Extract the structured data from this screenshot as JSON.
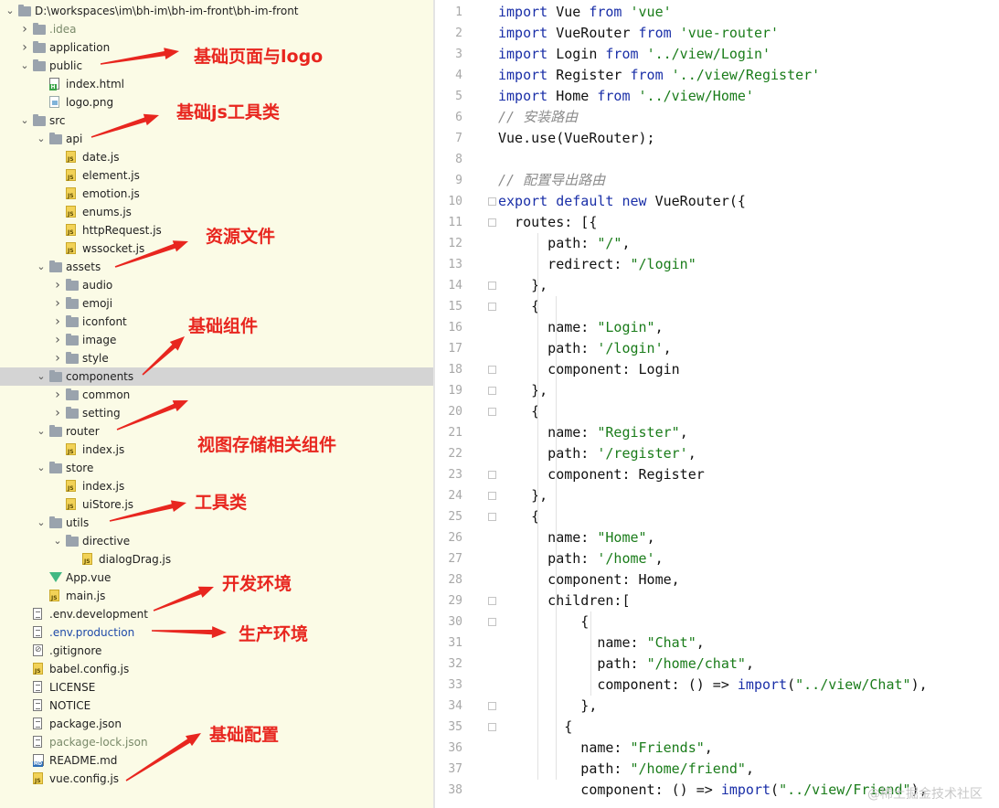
{
  "project_tree": {
    "root_path": "D:\\workspaces\\im\\bh-im\\bh-im-front\\bh-im-front",
    "items": [
      {
        "label": ".idea",
        "depth": 1,
        "kind": "folder",
        "chevron": ">",
        "style": "ign"
      },
      {
        "label": "application",
        "depth": 1,
        "kind": "folder",
        "chevron": ">"
      },
      {
        "label": "public",
        "depth": 1,
        "kind": "folder",
        "chevron": "v"
      },
      {
        "label": "index.html",
        "depth": 2,
        "kind": "html"
      },
      {
        "label": "logo.png",
        "depth": 2,
        "kind": "png"
      },
      {
        "label": "src",
        "depth": 1,
        "kind": "folder",
        "chevron": "v"
      },
      {
        "label": "api",
        "depth": 2,
        "kind": "folder",
        "chevron": "v"
      },
      {
        "label": "date.js",
        "depth": 3,
        "kind": "js"
      },
      {
        "label": "element.js",
        "depth": 3,
        "kind": "js"
      },
      {
        "label": "emotion.js",
        "depth": 3,
        "kind": "js"
      },
      {
        "label": "enums.js",
        "depth": 3,
        "kind": "js"
      },
      {
        "label": "httpRequest.js",
        "depth": 3,
        "kind": "js"
      },
      {
        "label": "wssocket.js",
        "depth": 3,
        "kind": "js"
      },
      {
        "label": "assets",
        "depth": 2,
        "kind": "folder",
        "chevron": "v"
      },
      {
        "label": "audio",
        "depth": 3,
        "kind": "folder",
        "chevron": ">"
      },
      {
        "label": "emoji",
        "depth": 3,
        "kind": "folder",
        "chevron": ">"
      },
      {
        "label": "iconfont",
        "depth": 3,
        "kind": "folder",
        "chevron": ">"
      },
      {
        "label": "image",
        "depth": 3,
        "kind": "folder",
        "chevron": ">"
      },
      {
        "label": "style",
        "depth": 3,
        "kind": "folder",
        "chevron": ">"
      },
      {
        "label": "components",
        "depth": 2,
        "kind": "folder",
        "chevron": "v",
        "selected": true
      },
      {
        "label": "common",
        "depth": 3,
        "kind": "folder",
        "chevron": ">"
      },
      {
        "label": "setting",
        "depth": 3,
        "kind": "folder",
        "chevron": ">"
      },
      {
        "label": "router",
        "depth": 2,
        "kind": "folder",
        "chevron": "v"
      },
      {
        "label": "index.js",
        "depth": 3,
        "kind": "js"
      },
      {
        "label": "store",
        "depth": 2,
        "kind": "folder",
        "chevron": "v"
      },
      {
        "label": "index.js",
        "depth": 3,
        "kind": "js"
      },
      {
        "label": "uiStore.js",
        "depth": 3,
        "kind": "js"
      },
      {
        "label": "utils",
        "depth": 2,
        "kind": "folder",
        "chevron": "v"
      },
      {
        "label": "directive",
        "depth": 3,
        "kind": "folder",
        "chevron": "v"
      },
      {
        "label": "dialogDrag.js",
        "depth": 4,
        "kind": "js"
      },
      {
        "label": "App.vue",
        "depth": 2,
        "kind": "vue"
      },
      {
        "label": "main.js",
        "depth": 2,
        "kind": "js"
      },
      {
        "label": ".env.development",
        "depth": 1,
        "kind": "txt"
      },
      {
        "label": ".env.production",
        "depth": 1,
        "kind": "txt",
        "style": "mod"
      },
      {
        "label": ".gitignore",
        "depth": 1,
        "kind": "git"
      },
      {
        "label": "babel.config.js",
        "depth": 1,
        "kind": "js"
      },
      {
        "label": "LICENSE",
        "depth": 1,
        "kind": "txt"
      },
      {
        "label": "NOTICE",
        "depth": 1,
        "kind": "txt"
      },
      {
        "label": "package.json",
        "depth": 1,
        "kind": "txt"
      },
      {
        "label": "package-lock.json",
        "depth": 1,
        "kind": "txt",
        "style": "ign"
      },
      {
        "label": "README.md",
        "depth": 1,
        "kind": "md"
      },
      {
        "label": "vue.config.js",
        "depth": 1,
        "kind": "js"
      }
    ]
  },
  "annotations": [
    {
      "text": "基础页面与logo",
      "color": "#e8261f"
    },
    {
      "text": "基础js工具类",
      "color": "#e8261f"
    },
    {
      "text": "资源文件",
      "color": "#e8261f"
    },
    {
      "text": "基础组件",
      "color": "#e8261f"
    },
    {
      "text": "视图存储相关组件",
      "color": "#e8261f"
    },
    {
      "text": "工具类",
      "color": "#e8261f"
    },
    {
      "text": "开发环境",
      "color": "#e8261f"
    },
    {
      "text": "生产环境",
      "color": "#e8261f"
    },
    {
      "text": "基础配置",
      "color": "#e8261f"
    }
  ],
  "editor": {
    "lines": [
      [
        [
          "kw",
          "import"
        ],
        [
          "pl",
          " Vue "
        ],
        [
          "kw",
          "from"
        ],
        [
          "pl",
          " "
        ],
        [
          "st",
          "'vue'"
        ]
      ],
      [
        [
          "kw",
          "import"
        ],
        [
          "pl",
          " VueRouter "
        ],
        [
          "kw",
          "from"
        ],
        [
          "pl",
          " "
        ],
        [
          "st",
          "'vue-router'"
        ]
      ],
      [
        [
          "kw",
          "import"
        ],
        [
          "pl",
          " Login "
        ],
        [
          "kw",
          "from"
        ],
        [
          "pl",
          " "
        ],
        [
          "st",
          "'../view/Login'"
        ]
      ],
      [
        [
          "kw",
          "import"
        ],
        [
          "pl",
          " Register "
        ],
        [
          "kw",
          "from"
        ],
        [
          "pl",
          " "
        ],
        [
          "st",
          "'../view/Register'"
        ]
      ],
      [
        [
          "kw",
          "import"
        ],
        [
          "pl",
          " Home "
        ],
        [
          "kw",
          "from"
        ],
        [
          "pl",
          " "
        ],
        [
          "st",
          "'../view/Home'"
        ]
      ],
      [
        [
          "cm",
          "// 安装路由"
        ]
      ],
      [
        [
          "pl",
          "Vue.use(VueRouter);"
        ]
      ],
      [],
      [
        [
          "cm",
          "// 配置导出路由"
        ]
      ],
      [
        [
          "kw",
          "export"
        ],
        [
          "pl",
          " "
        ],
        [
          "kw",
          "default"
        ],
        [
          "pl",
          " "
        ],
        [
          "kw",
          "new"
        ],
        [
          "pl",
          " VueRouter({"
        ]
      ],
      [
        [
          "pl",
          "  routes: [{"
        ]
      ],
      [
        [
          "pl",
          "      path: "
        ],
        [
          "st",
          "\"/\""
        ],
        [
          "pl",
          ","
        ]
      ],
      [
        [
          "pl",
          "      redirect: "
        ],
        [
          "st",
          "\"/login\""
        ]
      ],
      [
        [
          "pl",
          "    },"
        ]
      ],
      [
        [
          "pl",
          "    {"
        ]
      ],
      [
        [
          "pl",
          "      name: "
        ],
        [
          "st",
          "\"Login\""
        ],
        [
          "pl",
          ","
        ]
      ],
      [
        [
          "pl",
          "      path: "
        ],
        [
          "st",
          "'/login'"
        ],
        [
          "pl",
          ","
        ]
      ],
      [
        [
          "pl",
          "      component: Login"
        ]
      ],
      [
        [
          "pl",
          "    },"
        ]
      ],
      [
        [
          "pl",
          "    {"
        ]
      ],
      [
        [
          "pl",
          "      name: "
        ],
        [
          "st",
          "\"Register\""
        ],
        [
          "pl",
          ","
        ]
      ],
      [
        [
          "pl",
          "      path: "
        ],
        [
          "st",
          "'/register'"
        ],
        [
          "pl",
          ","
        ]
      ],
      [
        [
          "pl",
          "      component: Register"
        ]
      ],
      [
        [
          "pl",
          "    },"
        ]
      ],
      [
        [
          "pl",
          "    {"
        ]
      ],
      [
        [
          "pl",
          "      name: "
        ],
        [
          "st",
          "\"Home\""
        ],
        [
          "pl",
          ","
        ]
      ],
      [
        [
          "pl",
          "      path: "
        ],
        [
          "st",
          "'/home'"
        ],
        [
          "pl",
          ","
        ]
      ],
      [
        [
          "pl",
          "      component: Home,"
        ]
      ],
      [
        [
          "pl",
          "      children:["
        ]
      ],
      [
        [
          "pl",
          "          {"
        ]
      ],
      [
        [
          "pl",
          "            name: "
        ],
        [
          "st",
          "\"Chat\""
        ],
        [
          "pl",
          ","
        ]
      ],
      [
        [
          "pl",
          "            path: "
        ],
        [
          "st",
          "\"/home/chat\""
        ],
        [
          "pl",
          ","
        ]
      ],
      [
        [
          "pl",
          "            component: () => "
        ],
        [
          "kw",
          "import"
        ],
        [
          "pl",
          "("
        ],
        [
          "st",
          "\"../view/Chat\""
        ],
        [
          "pl",
          "),"
        ]
      ],
      [
        [
          "pl",
          "          },"
        ]
      ],
      [
        [
          "pl",
          "        {"
        ]
      ],
      [
        [
          "pl",
          "          name: "
        ],
        [
          "st",
          "\"Friends\""
        ],
        [
          "pl",
          ","
        ]
      ],
      [
        [
          "pl",
          "          path: "
        ],
        [
          "st",
          "\"/home/friend\""
        ],
        [
          "pl",
          ","
        ]
      ],
      [
        [
          "pl",
          "          component: () => "
        ],
        [
          "kw",
          "import"
        ],
        [
          "pl",
          "("
        ],
        [
          "st",
          "\"../view/Friend\""
        ],
        [
          "pl",
          "),"
        ]
      ]
    ]
  },
  "watermark": "@稀土掘金技术社区"
}
